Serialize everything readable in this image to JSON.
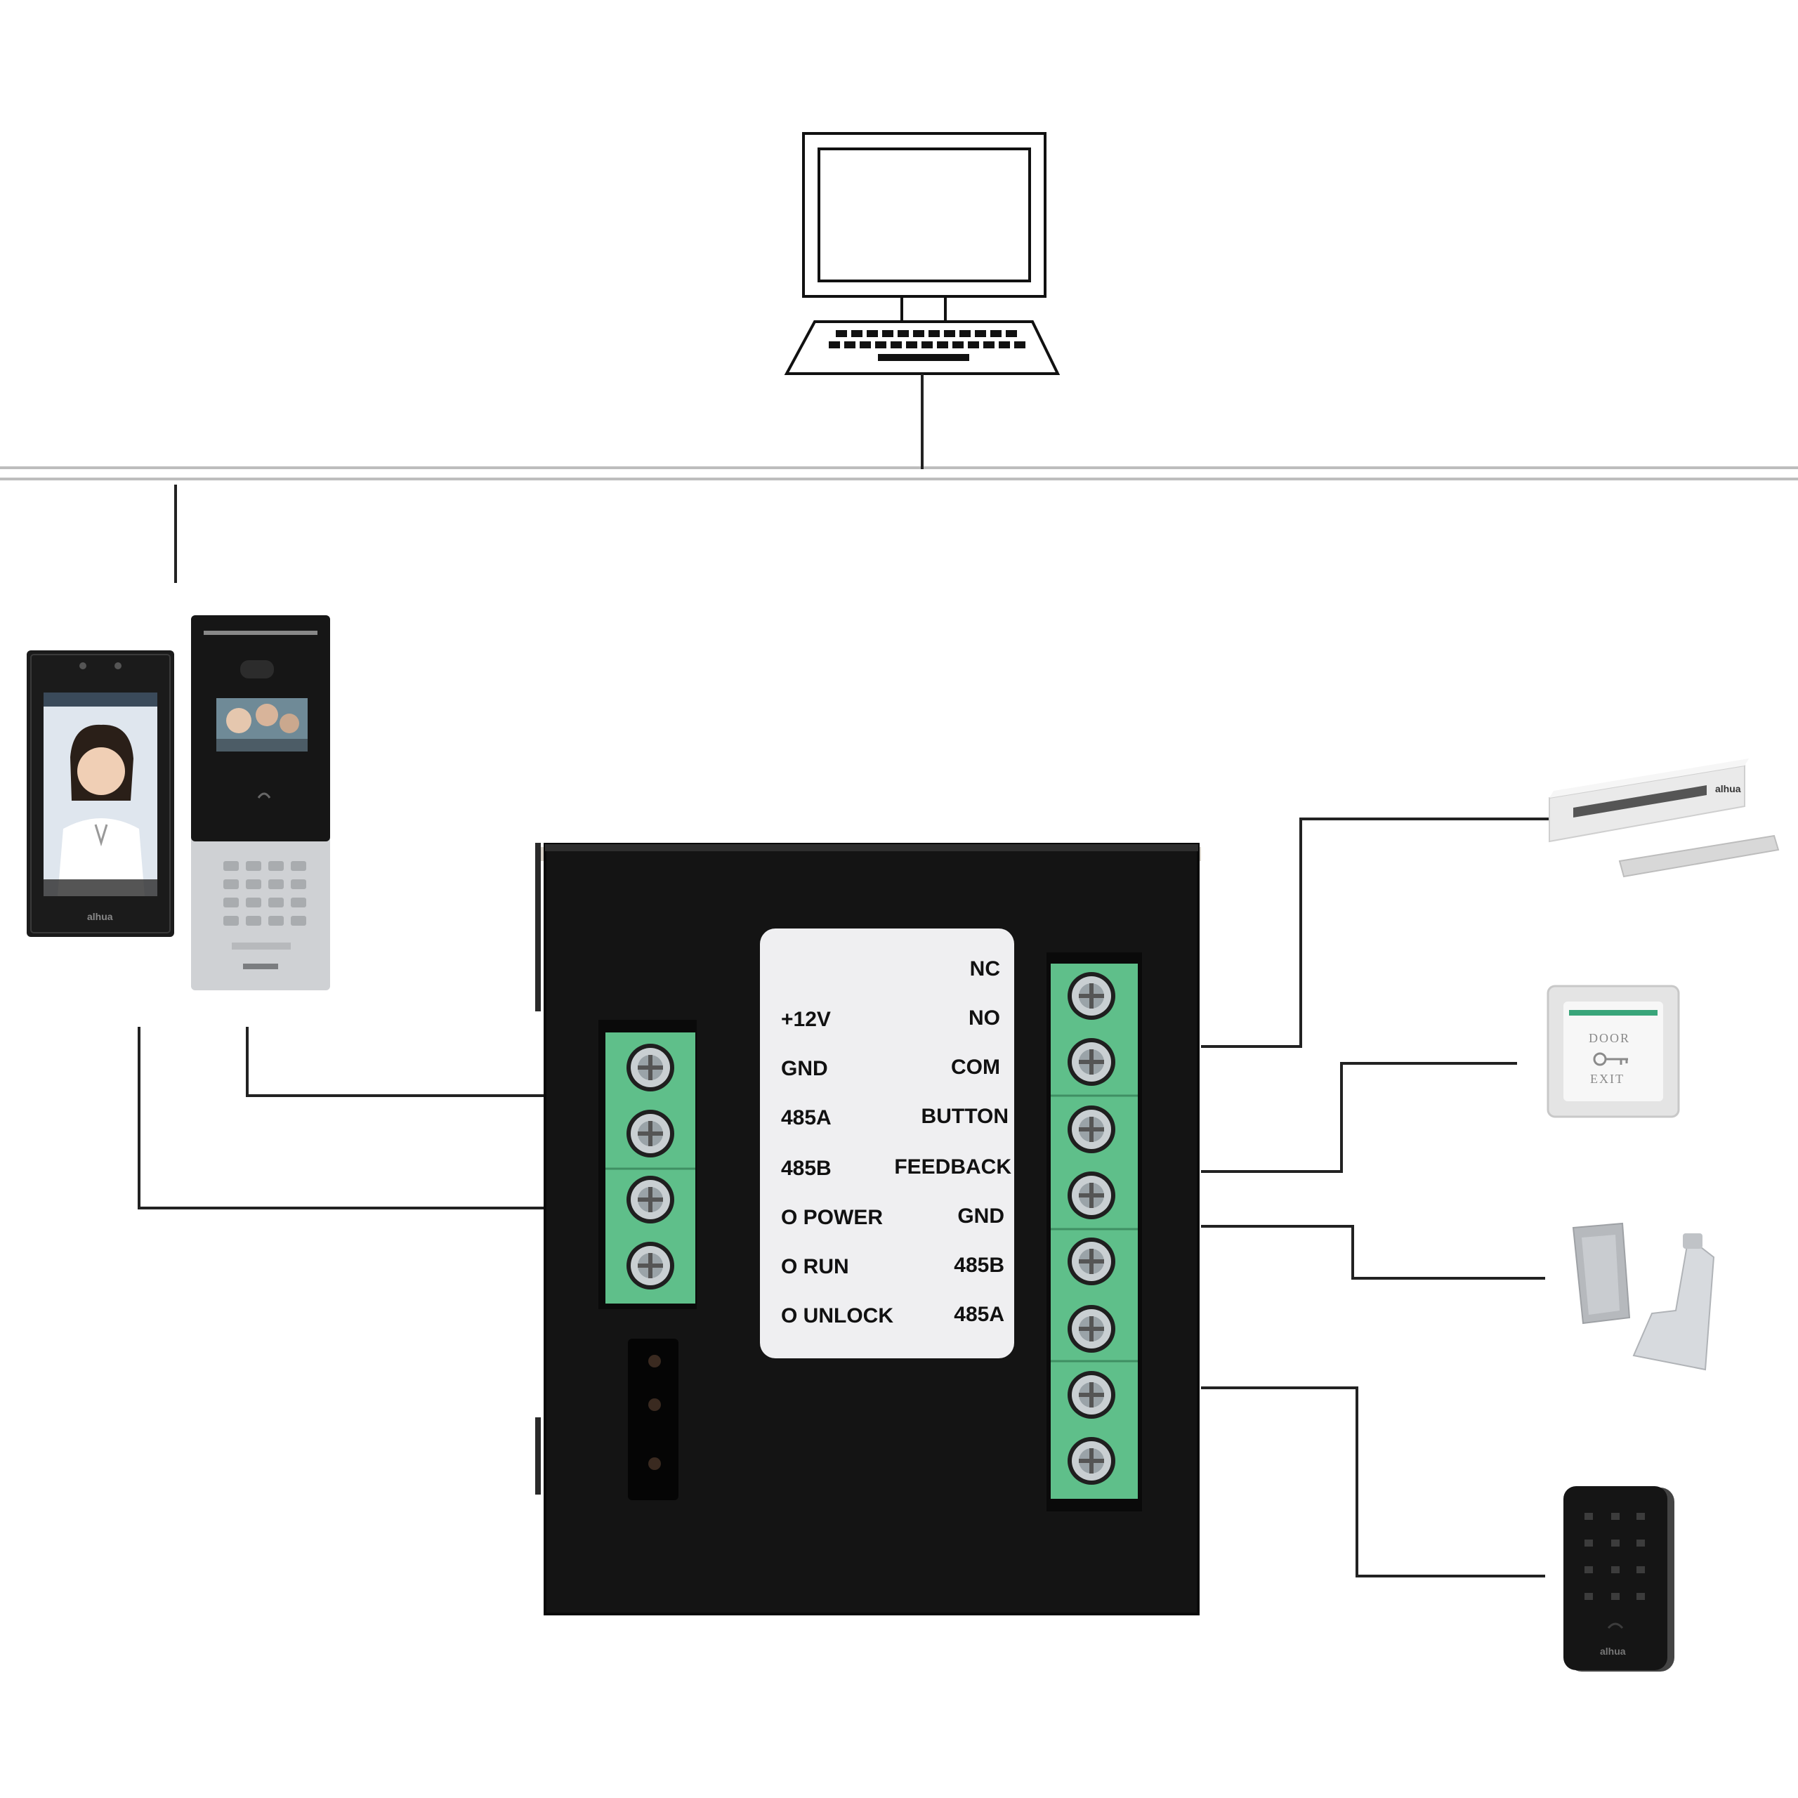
{
  "label_card": {
    "left": [
      "",
      "+12V",
      "GND",
      "485A",
      "485B",
      "O POWER",
      "O RUN",
      "O UNLOCK"
    ],
    "right": [
      "NC",
      "NO",
      "COM",
      "BUTTON",
      "FEEDBACK",
      "GND",
      "485B",
      "485A"
    ]
  },
  "devices": {
    "station_brand": "alhua",
    "exit_button": {
      "top": "DOOR",
      "bottom": "EXIT"
    },
    "lock_brand": "alhua",
    "reader_brand": "alhua"
  },
  "colors": {
    "terminal_green": "#5fbf8a",
    "enclosure": "#141414",
    "wire": "#222222",
    "bus": "#bdbdbd"
  },
  "icons": [
    "computer-icon",
    "screw-icon",
    "key-icon"
  ]
}
